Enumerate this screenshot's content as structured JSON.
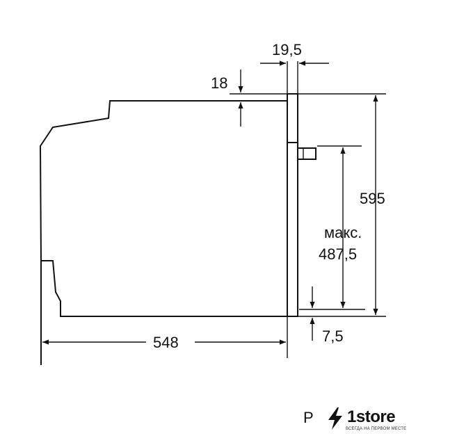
{
  "dimensions": {
    "gap_top": "18",
    "panel_depth": "19,5",
    "total_height": "595",
    "max_label": "макс.",
    "max_value": "487,5",
    "bottom_offset": "7,5",
    "total_depth": "548"
  },
  "brand": {
    "letter": "P",
    "name": "1store",
    "slogan": "ВСЕГДА НА ПЕРВОМ МЕСТЕ",
    "icon": "lightning-bolt-icon"
  }
}
